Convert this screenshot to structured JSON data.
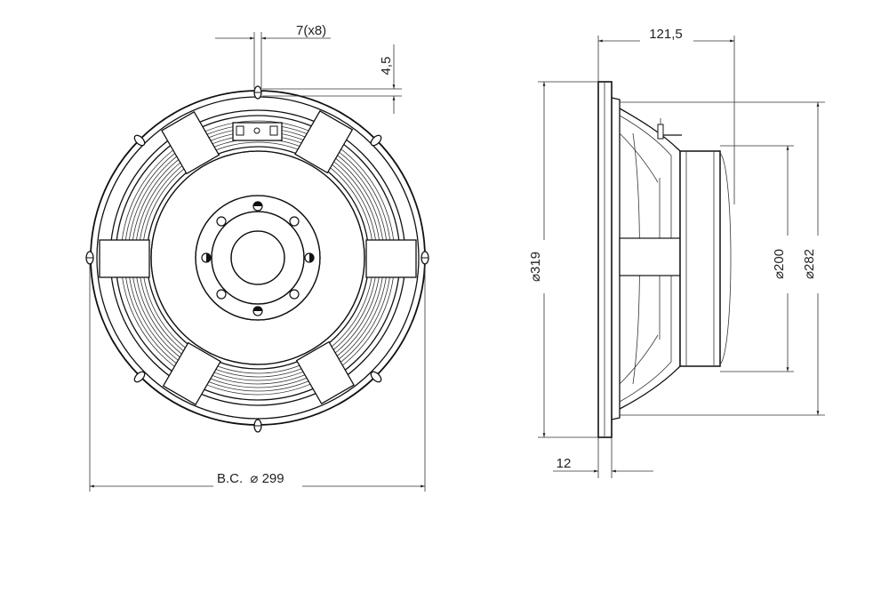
{
  "drawing": {
    "front_view": {
      "hole_size_label": "7(x8)",
      "offset_label": "4,5",
      "bolt_circle_label": "B.C.",
      "bolt_circle_value": "299"
    },
    "side_view": {
      "depth_label": "121,5",
      "overall_diameter_value": "319",
      "cutout_diameter_value": "282",
      "magnet_diameter_value": "200",
      "flange_thickness_label": "12"
    },
    "diameter_symbol": "⌀",
    "line_color": "#111111"
  }
}
